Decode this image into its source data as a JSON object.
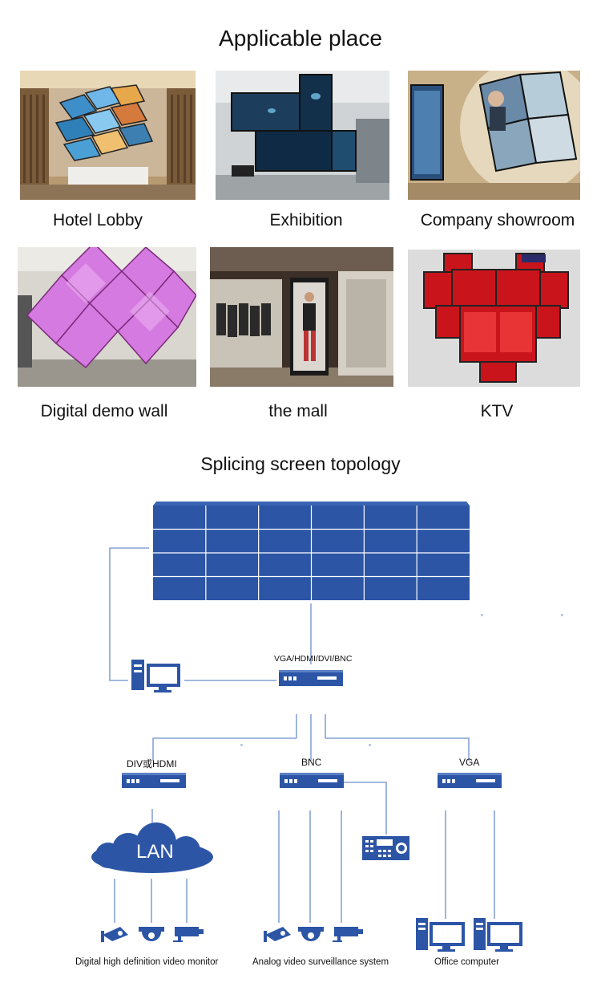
{
  "section1": {
    "title": "Applicable place",
    "places": [
      {
        "label": "Hotel Lobby",
        "scene": "hotel-lobby-photo"
      },
      {
        "label": "Exhibition",
        "scene": "exhibition-photo"
      },
      {
        "label": "Company showroom",
        "scene": "company-showroom-photo"
      },
      {
        "label": "Digital demo wall",
        "scene": "digital-demo-wall-photo"
      },
      {
        "label": "the mall",
        "scene": "mall-photo"
      },
      {
        "label": "KTV",
        "scene": "ktv-photo"
      }
    ]
  },
  "section2": {
    "title": "Splicing screen topology",
    "video_wall": {
      "rows": 4,
      "columns": 6,
      "color": "#2c55a6"
    },
    "main_processor_label": "VGA/HDMI/DVI/BNC",
    "branches": [
      {
        "label": "DIV或HDMI"
      },
      {
        "label": "BNC"
      },
      {
        "label": "VGA"
      }
    ],
    "lan_label": "LAN",
    "groups": [
      {
        "label": "Digital high definition video monitor"
      },
      {
        "label": "Analog video surveillance system"
      },
      {
        "label": "Office computer"
      }
    ],
    "line_color": "#6b8fc9",
    "device_color": "#2c55a6"
  }
}
